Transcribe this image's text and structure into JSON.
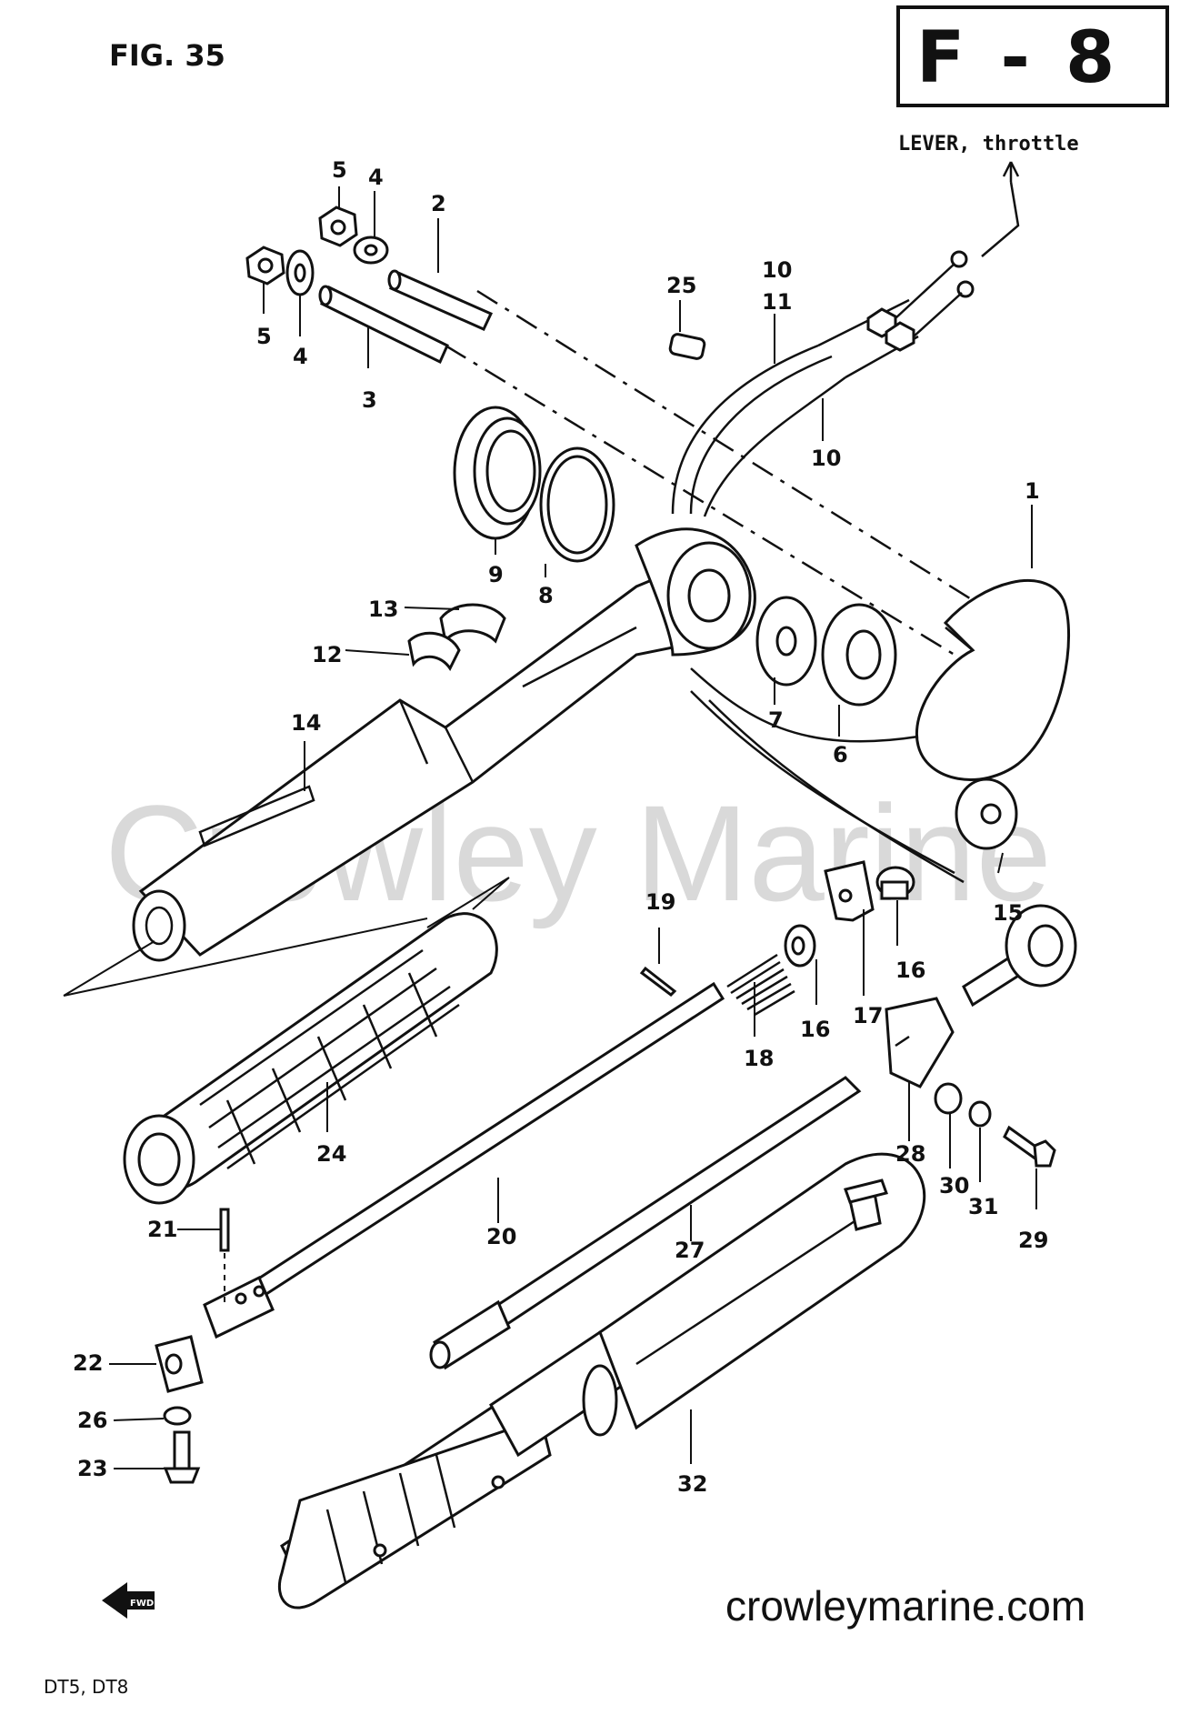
{
  "figure_label": "FIG. 35",
  "section_badge": "F - 8",
  "lever_label": "LEVER, throttle",
  "watermark": "Crowley Marine",
  "website": "crowleymarine.com",
  "models": "DT5, DT8",
  "fwd_label": "FWD",
  "callouts": [
    {
      "id": "c5a",
      "text": "5"
    },
    {
      "id": "c5b",
      "text": "5"
    },
    {
      "id": "c4a",
      "text": "4"
    },
    {
      "id": "c4b",
      "text": "4"
    },
    {
      "id": "c2",
      "text": "2"
    },
    {
      "id": "c3",
      "text": "3"
    },
    {
      "id": "c25",
      "text": "25"
    },
    {
      "id": "c10a",
      "text": "10"
    },
    {
      "id": "c11",
      "text": "11"
    },
    {
      "id": "c10b",
      "text": "10"
    },
    {
      "id": "c9",
      "text": "9"
    },
    {
      "id": "c8",
      "text": "8"
    },
    {
      "id": "c1",
      "text": "1"
    },
    {
      "id": "c13",
      "text": "13"
    },
    {
      "id": "c12",
      "text": "12"
    },
    {
      "id": "c7",
      "text": "7"
    },
    {
      "id": "c6",
      "text": "6"
    },
    {
      "id": "c14",
      "text": "14"
    },
    {
      "id": "c15",
      "text": "15"
    },
    {
      "id": "c19",
      "text": "19"
    },
    {
      "id": "c16a",
      "text": "16"
    },
    {
      "id": "c16b",
      "text": "16"
    },
    {
      "id": "c17",
      "text": "17"
    },
    {
      "id": "c18",
      "text": "18"
    },
    {
      "id": "c24",
      "text": "24"
    },
    {
      "id": "c28",
      "text": "28"
    },
    {
      "id": "c30",
      "text": "30"
    },
    {
      "id": "c31",
      "text": "31"
    },
    {
      "id": "c29",
      "text": "29"
    },
    {
      "id": "c21",
      "text": "21"
    },
    {
      "id": "c20",
      "text": "20"
    },
    {
      "id": "c27",
      "text": "27"
    },
    {
      "id": "c22",
      "text": "22"
    },
    {
      "id": "c26",
      "text": "26"
    },
    {
      "id": "c23",
      "text": "23"
    },
    {
      "id": "c32",
      "text": "32"
    }
  ]
}
